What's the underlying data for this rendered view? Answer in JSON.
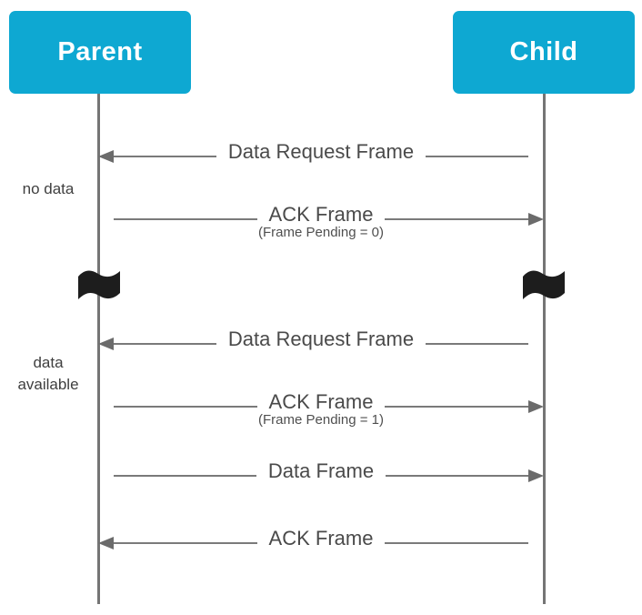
{
  "palette": {
    "accent_cyan": "#0ea8d2",
    "lifeline_gray": "#757575",
    "message_line_gray": "#7a7a7a",
    "arrowhead_gray": "#6b6b6b",
    "text_dark": "#4a4a4a",
    "flag_black": "#1d1d1d",
    "actor_text": "#ffffff"
  },
  "actors": [
    {
      "label": "Parent"
    },
    {
      "label": "Child"
    }
  ],
  "side_notes": [
    {
      "label": "no data"
    },
    {
      "label": "data available"
    }
  ],
  "messages": [
    {
      "label": "Data Request Frame",
      "from": "Child",
      "to": "Parent"
    },
    {
      "label": "ACK Frame",
      "subtitle": "(Frame Pending = 0)",
      "from": "Parent",
      "to": "Child"
    },
    {
      "label": "Data Request Frame",
      "from": "Child",
      "to": "Parent"
    },
    {
      "label": "ACK Frame",
      "subtitle": "(Frame Pending = 1)",
      "from": "Parent",
      "to": "Child"
    },
    {
      "label": "Data Frame",
      "from": "Parent",
      "to": "Child"
    },
    {
      "label": "ACK Frame",
      "from": "Child",
      "to": "Parent"
    }
  ],
  "icons": {
    "time_break_flag": "flag-icon",
    "arrow_left": "arrowhead-left-icon",
    "arrow_right": "arrowhead-right-icon"
  }
}
